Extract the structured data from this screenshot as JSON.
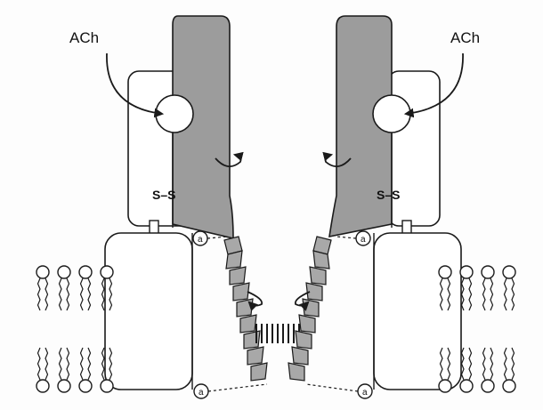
{
  "labels": {
    "ach_left": "ACh",
    "ach_right": "ACh",
    "disulfide_left": "S–S",
    "disulfide_right": "S–S",
    "marker": "a"
  },
  "colors": {
    "subunit_fill": "#9c9c9c",
    "outline": "#1a1a1a",
    "helix_fill": "#a8a8a8",
    "background": "#fdfdfd"
  }
}
